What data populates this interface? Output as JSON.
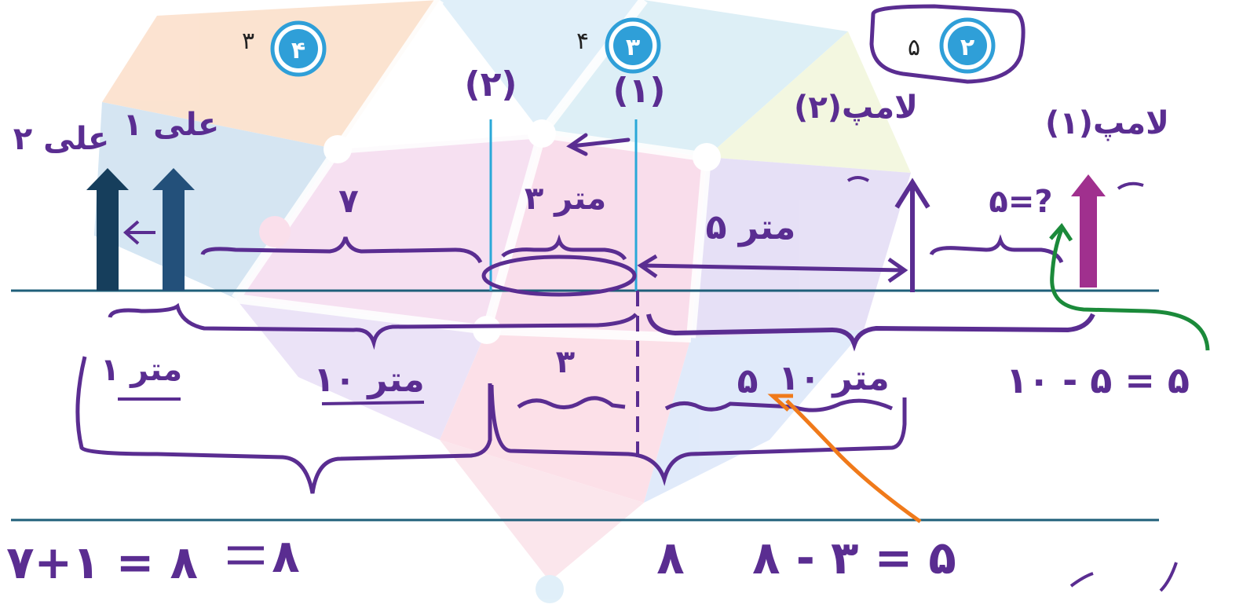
{
  "palette": {
    "ink_purple": "#5a2d91",
    "ink_green": "#1b8a3a",
    "ink_orange": "#f07a1a",
    "axis_line": "#1f5f7a",
    "cyan_line": "#2aa8d8",
    "badge_blue": "#2f9fd8",
    "arrow_dark": "#163e5c",
    "arrow_navy": "#23507a",
    "arrow_purple": "#5a2d91",
    "arrow_magenta": "#a0308e"
  },
  "badges": [
    {
      "number": "۴",
      "page": "۳"
    },
    {
      "number": "۳",
      "page": "۴"
    },
    {
      "number": "۲",
      "page": "۵"
    }
  ],
  "labels": {
    "ali_2": "علی ۲",
    "ali_1": "علی ۱",
    "light_pole_2": "لامپ(۲)",
    "light_pole_1": "لامپ(۱)",
    "mirror_2": "(۲)",
    "mirror_1": "(۱)"
  },
  "distances": {
    "ali_to_mirror_top": "۷",
    "between_mirrors": "۳ متر",
    "mirror_to_lamp": "۵ متر",
    "lamp_gap": "۵=?",
    "left_small": "۱ متر",
    "left_large": "۱۰ متر",
    "middle": "۳",
    "right_large": "۱۰ متر",
    "right_small": "۵"
  },
  "equations": {
    "right_subtraction": "۱۰ - ۵ = ۵",
    "bottom_sum": "۷+۱ = ۸",
    "bottom_eight": "۸",
    "bottom_result": "۸ - ۳ = ۵"
  },
  "icons": [
    "up-arrow-icon",
    "left-arrow-icon",
    "double-arrow-icon",
    "curved-arrow-icon"
  ]
}
